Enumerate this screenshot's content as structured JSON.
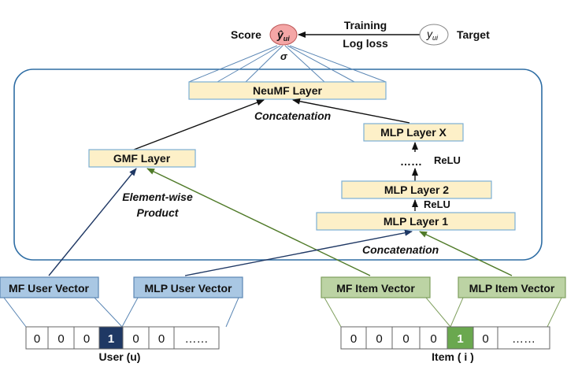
{
  "output": {
    "score_label": "Score",
    "prediction_symbol": "ŷ",
    "prediction_subscript": "ui",
    "sigma": "σ",
    "training_line1": "Training",
    "training_line2": "Log loss",
    "target_symbol": "y",
    "target_subscript": "ui",
    "target_label": "Target"
  },
  "layers": {
    "neumf": "NeuMF Layer",
    "concat_top": "Concatenation",
    "gmf": "GMF Layer",
    "mlp_x": "MLP Layer X",
    "dots_relu": "ReLU",
    "dots": "……",
    "mlp_2": "MLP Layer 2",
    "relu_2": "ReLU",
    "mlp_1": "MLP Layer 1",
    "element_wise_line1": "Element-wise",
    "element_wise_line2": "Product",
    "concat_bottom": "Concatenation"
  },
  "vectors": {
    "mf_user": "MF User Vector",
    "mlp_user": "MLP User Vector",
    "mf_item": "MF Item Vector",
    "mlp_item": "MLP Item Vector"
  },
  "user_input": {
    "cells": [
      "0",
      "0",
      "0",
      "1",
      "0",
      "0",
      "……"
    ],
    "label": "User (u)"
  },
  "item_input": {
    "cells": [
      "0",
      "0",
      "0",
      "0",
      "1",
      "0",
      "……"
    ],
    "label": "Item ( i )"
  },
  "colors": {
    "layer_fill": "#fdf0c8",
    "layer_stroke": "#7bafd4",
    "user_vec_fill": "#a9c7e3",
    "user_vec_stroke": "#5a86b4",
    "item_vec_fill": "#bcd3a4",
    "item_vec_stroke": "#7f9f5e",
    "user_onehot": "#1f3864",
    "item_onehot": "#6aa84f",
    "pred_fill": "#f4a6a6",
    "user_arrow": "#1f3864",
    "item_arrow": "#4f7a28",
    "frame": "#2e6da4"
  }
}
